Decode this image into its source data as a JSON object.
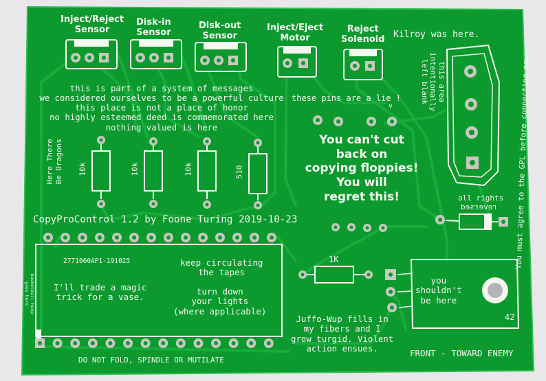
{
  "board": {
    "colors": {
      "mask": "#0c9a2e",
      "trace": "#17ac3c",
      "silk": "#f4f6f0",
      "pad": "#c9c7c0",
      "background": "#e9e7ea"
    },
    "labels": {
      "inject_reject_sensor": "Inject/Reject\nSensor",
      "disk_in_sensor": "Disk-in\nSensor",
      "disk_out_sensor": "Disk-out\nSensor",
      "inject_eject_motor": "Inject/Eject\nMotor",
      "reject_solenoid": "Reject\nSolenoid",
      "kilroy": "Kilroy was here.",
      "area_blank": "this area\nintentionally\nleft blank",
      "gpl_notice": "You must agree to the GPL before connecting power.",
      "message_block": "this is part of a system of messages\nwe considered ourselves to be a powerful culture\nthis place is not a place of honor\nno highly esteemed deed is commemorated here\nnothing valued is here",
      "pins_lie": "these pins are a lie !",
      "pins_arrow": "v",
      "dragons": "Here There\nBe Dragons",
      "res1": "10k",
      "res2": "10k",
      "res3": "10k",
      "res4": "510",
      "floppy_warning": "You can't cut\nback on\ncopying floppies!\nYou will\nregret this!",
      "all_rights": "all rights",
      "reversed": "reversed",
      "title": "CopyProControl 1.2 by Foone Turing 2019-10-23",
      "part_number": "2771060AP1-191025",
      "circulating": "keep circulating\nthe tapes",
      "trade": "I'll trade a magic\ntrick for a vase.",
      "lights": "turn down\nyour lights\n(where applicable)",
      "res_1k": "1K",
      "shouldnt": "you\nshouldn't\nbe here",
      "number_42": "42",
      "juffo": "Juffo-Wup fills in\nmy fibers and I\ngrow turgid. Violent\naction ensues.",
      "basketball": "basketball hoop\ngoes here",
      "do_not_fold": "DO NOT FOLD, SPINDLE OR MUTILATE",
      "front": "FRONT - TOWARD ENEMY"
    }
  }
}
